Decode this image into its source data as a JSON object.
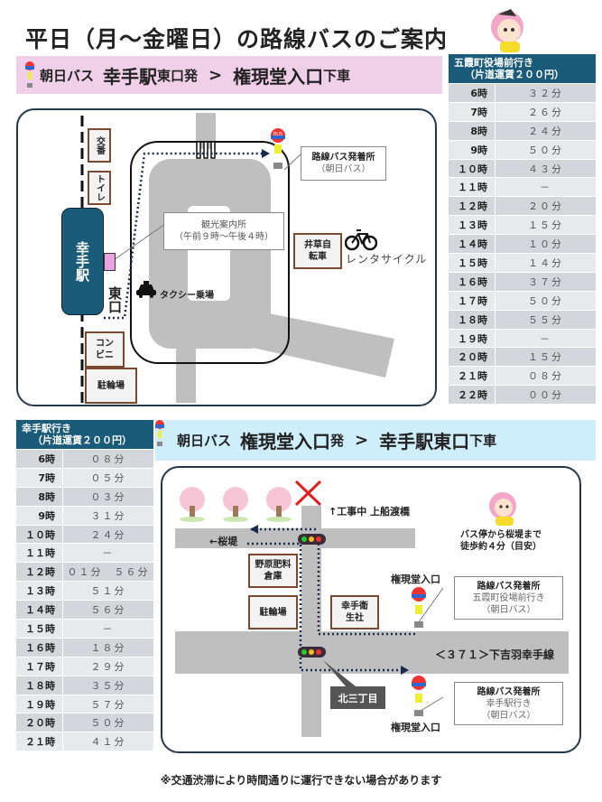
{
  "title": "平日（月～金曜日）の路線バスのご案内",
  "route1": {
    "operator": "朝日バス",
    "from_main": "幸手駅",
    "from_sub": "東口発",
    "sep": ">",
    "to_main": "権現堂入口",
    "to_sub": "下車"
  },
  "route2": {
    "operator": "朝日バス",
    "from_main": "権現堂入口",
    "from_sub": "発",
    "sep": ">",
    "to_main": "幸手駅東口",
    "to_sub": "下車"
  },
  "table1": {
    "dest": "五霞町役場前行き",
    "fare": "（片道運賃２００円）",
    "rows": [
      [
        "6時",
        "３２分"
      ],
      [
        "7時",
        "２６分"
      ],
      [
        "8時",
        "２４分"
      ],
      [
        "9時",
        "５０分"
      ],
      [
        "１０時",
        "４３分"
      ],
      [
        "１１時",
        "－"
      ],
      [
        "１２時",
        "２０分"
      ],
      [
        "１３時",
        "１５分"
      ],
      [
        "１４時",
        "１０分"
      ],
      [
        "１５時",
        "１４分"
      ],
      [
        "１６時",
        "３７分"
      ],
      [
        "１７時",
        "５０分"
      ],
      [
        "１８時",
        "５５分"
      ],
      [
        "１９時",
        "－"
      ],
      [
        "２０時",
        "１５分"
      ],
      [
        "２１時",
        "０８分"
      ],
      [
        "２２時",
        "００分"
      ]
    ]
  },
  "table2": {
    "dest": "幸手駅行き",
    "fare": "（片道運賃２００円）",
    "rows": [
      [
        "6時",
        "０８分"
      ],
      [
        "7時",
        "０５分"
      ],
      [
        "8時",
        "０３分"
      ],
      [
        "9時",
        "３１分"
      ],
      [
        "１０時",
        "２４分"
      ],
      [
        "１１時",
        "－"
      ],
      [
        "１２時",
        "０１分　５６分"
      ],
      [
        "１３時",
        "５１分"
      ],
      [
        "１４時",
        "５６分"
      ],
      [
        "１５時",
        "－"
      ],
      [
        "１６時",
        "１８分"
      ],
      [
        "１７時",
        "２９分"
      ],
      [
        "１８時",
        "３５分"
      ],
      [
        "１９時",
        "５７分"
      ],
      [
        "２０時",
        "５０分"
      ],
      [
        "２１時",
        "４１分"
      ]
    ]
  },
  "map1": {
    "koban": "交番",
    "toilet": "トイレ",
    "station": "幸手駅",
    "east_exit": "東口",
    "konbini": "コンビニ",
    "bike_parking": "駐輪場",
    "bus_stop_title": "路線バス発着所",
    "bus_stop_sub": "（朝日バス）",
    "tourist_info": "観光案内所",
    "tourist_hours": "（午前９時～午後４時）",
    "bike_shop": "井草自転車",
    "rental": "レンタサイクル",
    "taxi": "タクシー乗場"
  },
  "map2": {
    "closed_bridge": "↑工事中 上船渡橋",
    "sakura": "←桜堤",
    "nohara": "野原肥料倉庫",
    "bike_parking": "駐輪場",
    "eisei": "幸手衛生社",
    "walk_note1": "バス停から桜堤まで",
    "walk_note2": "徒歩約４分（目安）",
    "stop_name": "権現堂入口",
    "stop1_title": "路線バス発着所",
    "stop1_dest": "五霞町役場前行き",
    "stop1_op": "（朝日バス）",
    "road": "＜３７１＞下吉羽幸手線",
    "intersection": "北三丁目",
    "stop2_title": "路線バス発着所",
    "stop2_dest": "幸手駅行き",
    "stop2_op": "（朝日バス）"
  },
  "footer": "※交通渋滞により時間通りに運行できない場合があります",
  "colors": {
    "navy": "#1a5b7a",
    "pink": "#f0cfe9",
    "lightblue": "#cfeefb",
    "road": "#bfbfbf"
  }
}
